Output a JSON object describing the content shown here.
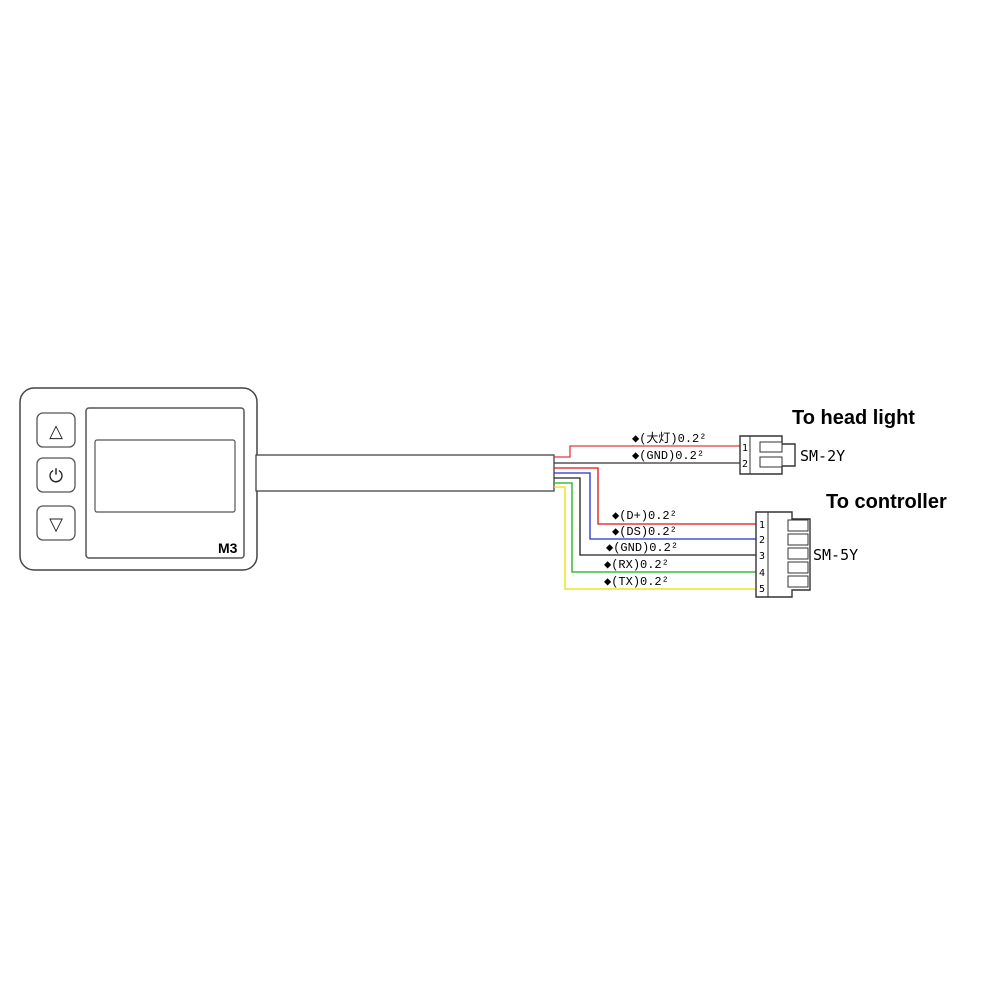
{
  "display": {
    "model": "M3",
    "buttons": [
      {
        "name": "up-arrow-icon",
        "glyph": "△"
      },
      {
        "name": "power-icon",
        "glyph": "⏻"
      },
      {
        "name": "down-arrow-icon",
        "glyph": "▽"
      }
    ]
  },
  "headlight": {
    "label": "To head light",
    "connector": "SM-2Y",
    "pins": [
      "1",
      "2"
    ],
    "wires": [
      {
        "label": "◆(大灯)0.2²",
        "color": "#e03a3a"
      },
      {
        "label": "◆(GND)0.2²",
        "color": "#333333"
      }
    ]
  },
  "controller": {
    "label": "To controller",
    "connector": "SM-5Y",
    "pins": [
      "1",
      "2",
      "3",
      "4",
      "5"
    ],
    "wires": [
      {
        "label": "◆(D+)0.2²",
        "color": "#e01010"
      },
      {
        "label": "◆(DS)0.2²",
        "color": "#2030d0"
      },
      {
        "label": "◆(GND)0.2²",
        "color": "#222222"
      },
      {
        "label": "◆(RX)0.2²",
        "color": "#18b018"
      },
      {
        "label": "◆(TX)0.2²",
        "color": "#e8e000"
      }
    ]
  }
}
